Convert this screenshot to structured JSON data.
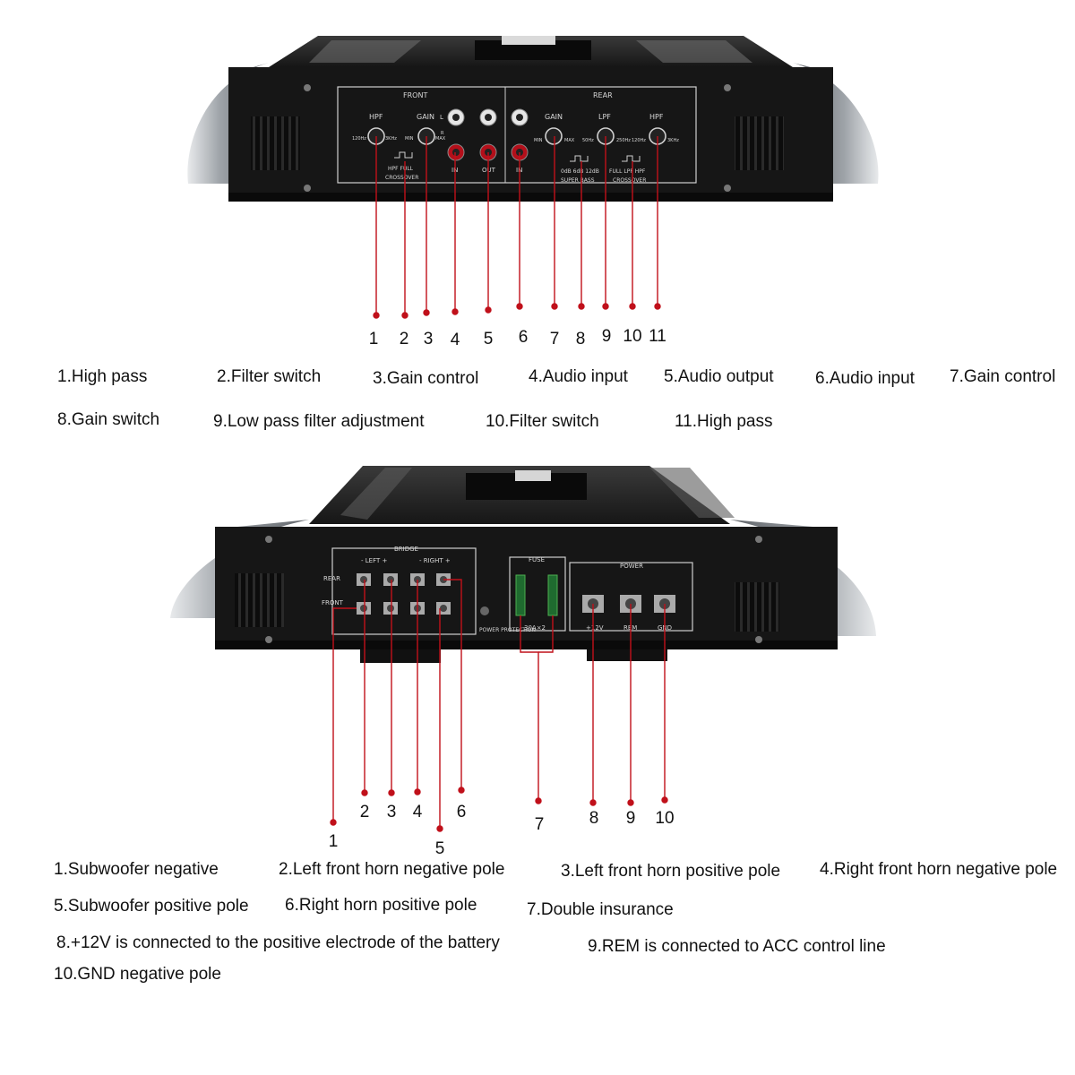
{
  "top_panel": {
    "labels": {
      "front": "FRONT",
      "rear": "REAR",
      "hpf": "HPF",
      "gain": "GAIN",
      "lpf": "LPF",
      "in": "IN",
      "out": "OUT",
      "hpf_full": "HPF  FULL",
      "crossover": "CROSSOVER",
      "super_bass": "SUPER BASS",
      "full_lpf_hpf": "FULL LPF HPF",
      "db_levels": "0dB 6dB 12dB",
      "min": "MIN",
      "max": "MAX",
      "freq_120": "120Hz",
      "freq_3k": "3KHz",
      "freq_50": "50Hz",
      "freq_250": "250Hz",
      "l": "L",
      "r": "R"
    },
    "numbers": [
      "1",
      "2",
      "3",
      "4",
      "5",
      "6",
      "7",
      "8",
      "9",
      "10",
      "11"
    ],
    "captions": [
      "1.High pass",
      "2.Filter switch",
      "3.Gain control",
      "4.Audio input",
      "5.Audio output",
      "6.Audio input",
      "7.Gain control",
      "8.Gain switch",
      "9.Low pass filter adjustment",
      "10.Filter switch",
      "11.High pass"
    ]
  },
  "bottom_panel": {
    "labels": {
      "bridge": "BRIDGE",
      "left": "- LEFT +",
      "right": "- RIGHT +",
      "rear": "REAR",
      "front": "FRONT",
      "fuse": "FUSE",
      "fuse_rating": "30A×2",
      "power": "POWER",
      "power_protection": "POWER PROTECTION",
      "v12": "+12V",
      "rem": "REM",
      "gnd": "GND"
    },
    "numbers": [
      "1",
      "2",
      "3",
      "4",
      "5",
      "6",
      "7",
      "8",
      "9",
      "10"
    ],
    "captions": [
      "1.Subwoofer negative",
      "2.Left front horn negative pole",
      "3.Left front horn positive pole",
      "4.Right front horn negative pole",
      "5.Subwoofer positive pole",
      "6.Right horn positive pole",
      "7.Double insurance",
      "8.+12V is connected to the positive electrode of the battery",
      "9.REM is connected to ACC control line",
      "10.GND negative pole"
    ]
  },
  "colors": {
    "callout": "#c0101a",
    "amp_body": "#141414",
    "amp_silver": "#b8bcc0",
    "panel_line": "#cfcfcf"
  }
}
